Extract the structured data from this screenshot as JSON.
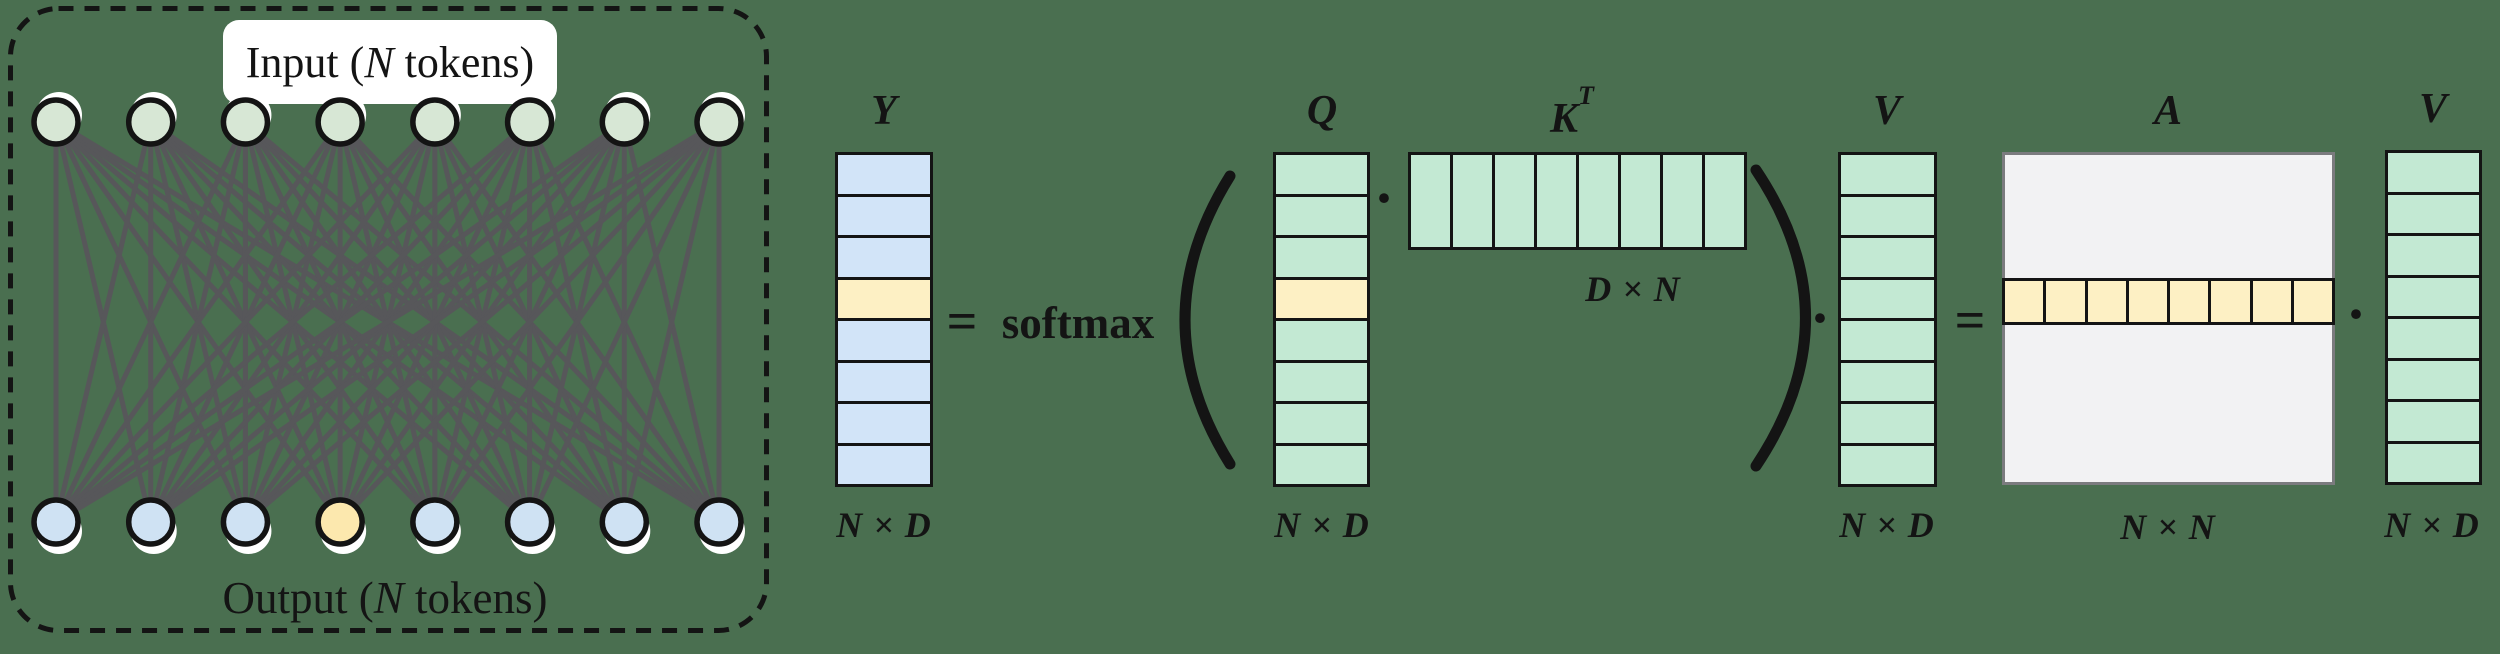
{
  "colors": {
    "background": "#4a6f50",
    "edge": "#57575a",
    "node_stroke": "#141414",
    "node_green": "#d7e7d5",
    "node_blue": "#cfe2f3",
    "node_yellow": "#fce8ae",
    "node_shadow": "#ffffff",
    "cell_blue": "#d2e4f8",
    "cell_green": "#c3e9d3",
    "cell_yellow": "#fdf0c4",
    "matrix_a_bg": "#f2f2f3",
    "matrix_a_border": "#7b7b7e",
    "label_box_bg": "#ffffff",
    "text": "#141414"
  },
  "panel": {
    "num_tokens": 8,
    "highlight_index": 4,
    "input_label": {
      "prefix": "Input (",
      "variable": "N",
      "suffix": " tokens)"
    },
    "output_label": {
      "prefix": "Output (",
      "variable": "N",
      "suffix": " tokens)"
    }
  },
  "equation": {
    "equals": "=",
    "softmax_label": "softmax",
    "dot_operator": "·",
    "open_paren": "(",
    "close_paren": ")",
    "matrices": {
      "Y": {
        "type": "column",
        "label": "Y",
        "dims": "N × D",
        "rows": 8,
        "highlight_row": 4,
        "cell_color": "#d2e4f8",
        "highlight_color": "#fdf0c4"
      },
      "Q": {
        "type": "column",
        "label": "Q",
        "dims": "N × D",
        "rows": 8,
        "highlight_row": 4,
        "cell_color": "#c3e9d3",
        "highlight_color": "#fdf0c4"
      },
      "KT": {
        "type": "row",
        "label_base": "K",
        "label_sup": "T",
        "dims": "D × N",
        "cols": 8,
        "cell_color": "#c3e9d3"
      },
      "V1": {
        "type": "column",
        "label": "V",
        "dims": "N × D",
        "rows": 8,
        "cell_color": "#c3e9d3"
      },
      "A": {
        "type": "grid",
        "label": "A",
        "dims": "N × N",
        "rows": 8,
        "cols": 8,
        "highlight_row": 4,
        "bg": "#f2f2f3",
        "border": "#7b7b7e",
        "highlight_color": "#fdf0c4"
      },
      "V2": {
        "type": "column",
        "label": "V",
        "dims": "N × D",
        "rows": 8,
        "cell_color": "#c3e9d3"
      }
    }
  }
}
